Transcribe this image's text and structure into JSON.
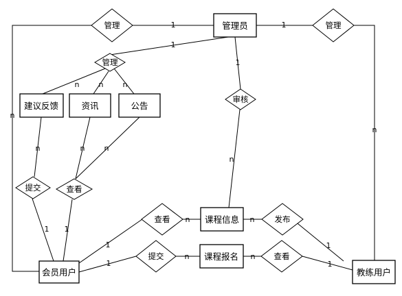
{
  "entities": {
    "admin": "管理员",
    "feedback": "建议反馈",
    "news": "资讯",
    "notice": "公告",
    "course_info": "课程信息",
    "course_signup": "课程报名",
    "member": "会员用户",
    "coach": "教练用户"
  },
  "relations": {
    "manage_member": "管理",
    "manage_coach": "管理",
    "manage_content": "管理",
    "review": "审核",
    "submit_feedback": "提交",
    "view_notice": "查看",
    "view_course": "查看",
    "submit_signup": "提交",
    "publish": "发布",
    "view_signup": "查看"
  },
  "cardinalities": {
    "admin_manage_member": "1",
    "manage_member_member": "n",
    "admin_manage_coach": "1",
    "manage_coach_coach": "n",
    "admin_manage_content": "1",
    "manage_content_feedback": "n",
    "manage_content_news": "n",
    "manage_content_notice": "n",
    "admin_review": "1",
    "review_course_info": "n",
    "feedback_submit": "n",
    "submit_member": "1",
    "news_view": "n",
    "notice_view": "n",
    "view_member": "1",
    "member_view_course": "1",
    "view_course_course_info": "n",
    "member_submit_signup": "1",
    "submit_signup_course_signup": "n",
    "course_info_publish": "n",
    "publish_coach": "1",
    "course_signup_view": "n",
    "view_coach": "1"
  }
}
